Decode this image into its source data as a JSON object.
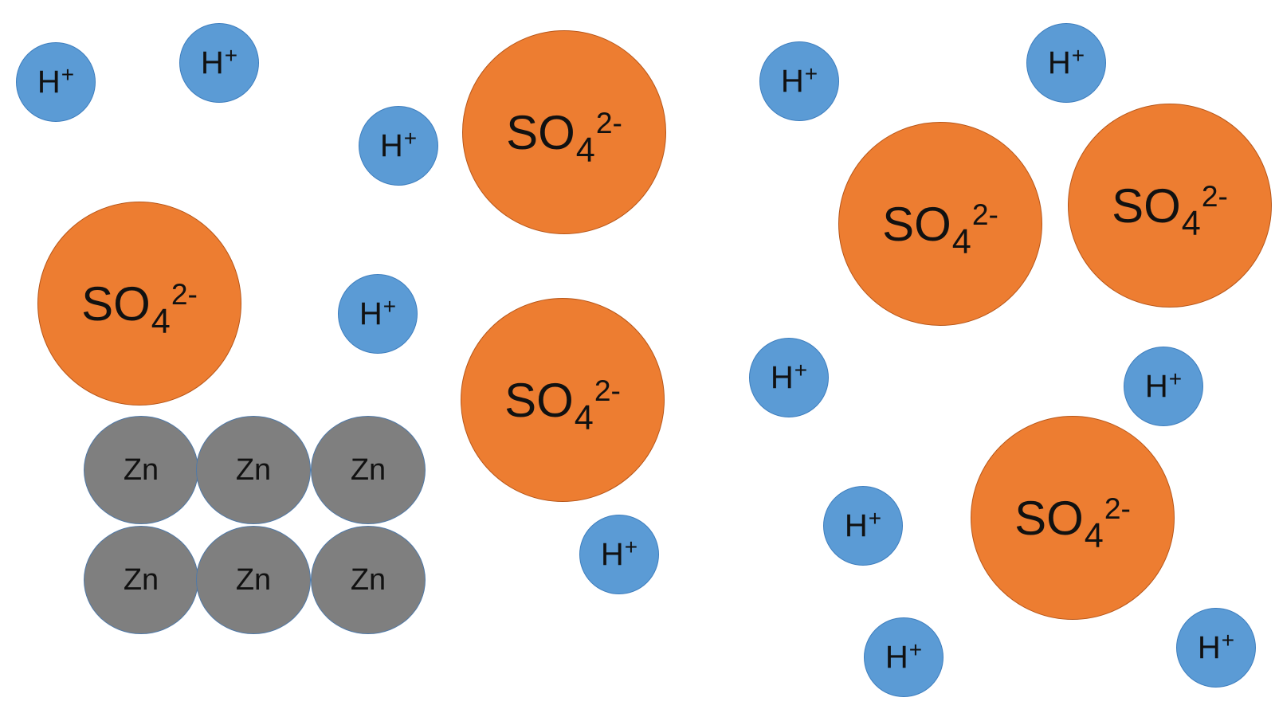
{
  "colors": {
    "hydrogen_fill": "#5b9bd5",
    "sulfate_fill": "#ed7d31",
    "zinc_fill": "#7f7f7f",
    "background": "#ffffff"
  },
  "labels": {
    "hydrogen": {
      "symbol": "H",
      "charge": "+"
    },
    "sulfate": {
      "symbol": "SO",
      "subscript": "4",
      "charge": "2-"
    },
    "zinc": {
      "symbol": "Zn"
    }
  }
}
